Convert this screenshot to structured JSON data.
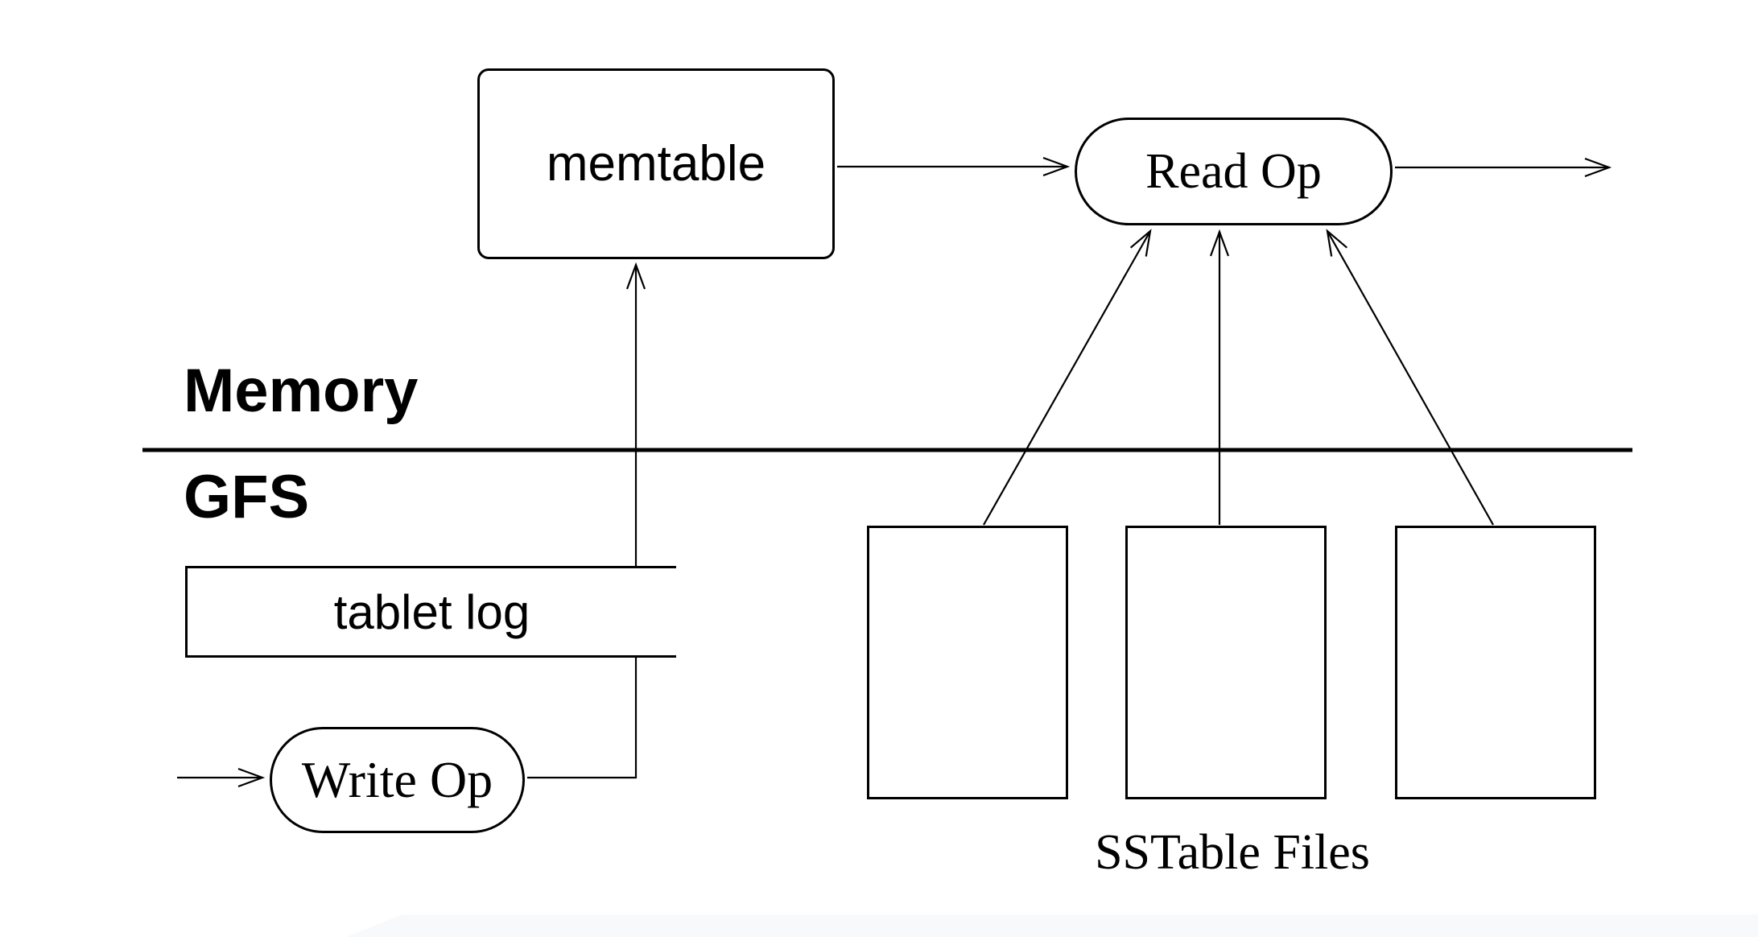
{
  "diagram": {
    "zones": {
      "memory_label": "Memory",
      "gfs_label": "GFS"
    },
    "nodes": {
      "memtable": {
        "label": "memtable",
        "shape": "rounded-rectangle"
      },
      "read_op": {
        "label": "Read Op",
        "shape": "stadium"
      },
      "write_op": {
        "label": "Write Op",
        "shape": "stadium"
      },
      "tablet_log": {
        "label": "tablet log",
        "shape": "open-right-rectangle"
      }
    },
    "sstable_group": {
      "label": "SSTable Files",
      "file_count": 3
    },
    "edges": [
      {
        "from": "external-left",
        "to": "write_op"
      },
      {
        "from": "write_op",
        "to": "tablet_log"
      },
      {
        "from": "tablet_log",
        "to": "memtable"
      },
      {
        "from": "memtable",
        "to": "read_op"
      },
      {
        "from": "read_op",
        "to": "external-right"
      },
      {
        "from": "sstable-file-1",
        "to": "read_op"
      },
      {
        "from": "sstable-file-2",
        "to": "read_op"
      },
      {
        "from": "sstable-file-3",
        "to": "read_op"
      }
    ],
    "colors": {
      "stroke": "#000000",
      "background": "#ffffff",
      "bottom_band": "#f8f9fa"
    }
  }
}
